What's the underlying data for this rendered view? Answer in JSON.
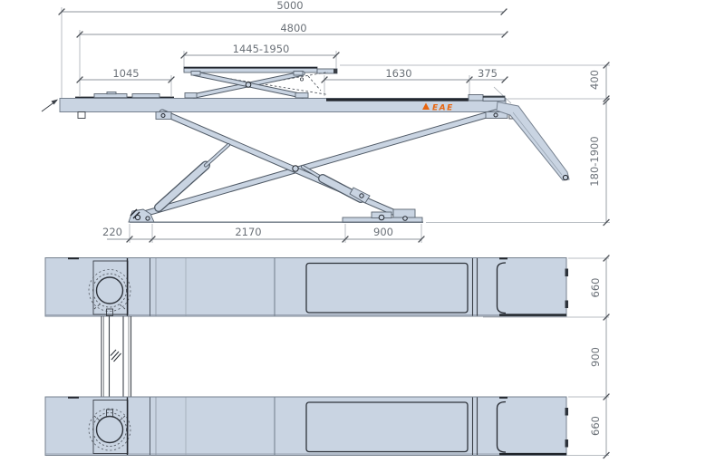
{
  "logo": {
    "text": "EAE",
    "color": "#e8650f"
  },
  "dims": {
    "overall_length": "5000",
    "runway_length": "4800",
    "jack_platform_range": "1445-1950",
    "front_flat_section": "1045",
    "rear_flat_section": "1630",
    "ramp_hinge_section": "375",
    "jack_lift_height": "400",
    "lift_height_range": "180-1900",
    "base_front_offset": "220",
    "base_length": "2170",
    "base_rear_length": "900",
    "runway_width_top": "660",
    "runway_gap": "900",
    "runway_width_bottom": "660"
  },
  "colors": {
    "body_fill": "#c9d4e2",
    "body_stroke": "#76818f",
    "detail_dark": "#23272e",
    "dimension_line": "#8f959c",
    "dimension_text": "#6b7178",
    "logo_orange": "#e8650f",
    "background": "#ffffff"
  }
}
